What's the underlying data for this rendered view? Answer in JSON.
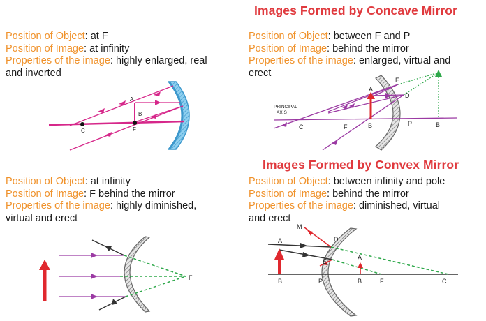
{
  "titles": {
    "concave": "Images Formed by Concave Mirror",
    "convex": "Images Formed by Convex Mirror"
  },
  "fields": {
    "object": "Position of Object",
    "image": "Position of Image",
    "properties": "Properties of the image"
  },
  "panels": [
    {
      "object": ": at F",
      "image": ": at infinity",
      "properties": ": highly enlarged, real",
      "properties_cont": "and inverted",
      "labels": {
        "a": "A",
        "b": "B",
        "c": "C",
        "f": "F"
      }
    },
    {
      "object": ": between F and P",
      "image": ": behind the mirror",
      "properties": ": enlarged, virtual and",
      "properties_cont": "erect",
      "labels": {
        "axis1": "PRINCIPAL",
        "axis2": "AXIS",
        "a": "A",
        "b": "B",
        "c": "C",
        "d": "D",
        "e": "E",
        "f": "F",
        "p": "P",
        "b2": "B"
      }
    },
    {
      "object": ": at infinity",
      "image": ": F behind the mirror",
      "properties": ": highly diminished,",
      "properties_cont": "virtual and erect",
      "labels": {
        "f": "F"
      }
    },
    {
      "object": ": between infinity and pole",
      "image": ": behind the mirror",
      "properties": ": diminished, virtual",
      "properties_cont": "and erect",
      "labels": {
        "m": "M",
        "a": "A",
        "d": "D",
        "e": "E",
        "a2": "A",
        "b": "B",
        "p": "P",
        "b2": "B",
        "f": "F",
        "c": "C"
      }
    }
  ],
  "colors": {
    "title": "#e03a3e",
    "label": "#f0922b",
    "ray_concave": "#d6278a",
    "ray_virtual": "#9b3aa3",
    "object": "#e0282e",
    "virtual_ray": "#2ea84a",
    "mirror_blue": "#4aa6dc",
    "mirror_grey": "#8a8a8a"
  }
}
